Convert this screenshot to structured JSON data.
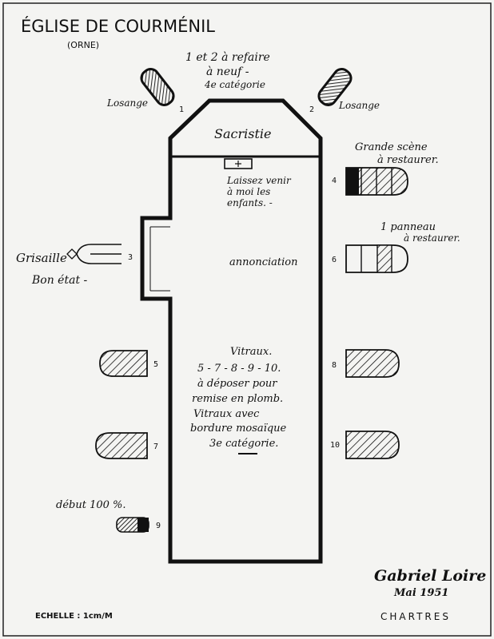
{
  "title": {
    "church": "ÉGLISE DE COURMÉNIL",
    "region": "(ORNE)"
  },
  "top_note": {
    "line1": "1 et 2 à refaire",
    "line2": "à neuf -",
    "line3": "4e catégorie"
  },
  "losange_left": "Losange",
  "losange_right": "Losange",
  "window_numbers": {
    "w1": "1",
    "w2": "2",
    "w3": "3",
    "w4": "4",
    "w5": "5",
    "w6": "6",
    "w7": "7",
    "w8": "8",
    "w9": "9",
    "w10": "10"
  },
  "sacristie": "Sacristie",
  "altar_note": {
    "line1": "Laissez venir",
    "line2": "à moi les",
    "line3": "enfants. -"
  },
  "annunciation": "annonciation",
  "grisaille": {
    "line1": "Grisaille",
    "line2": "Bon état -"
  },
  "grande_scene": {
    "line1": "Grande scène",
    "line2": "à restaurer."
  },
  "panneau": {
    "line1": "1 panneau",
    "line2": "à restaurer."
  },
  "vitraux_note": {
    "line1": "Vitraux.",
    "line2": "5 - 7 - 8 - 9 - 10.",
    "line3": "à déposer pour",
    "line4": "remise en plomb.",
    "line5": "Vitraux avec",
    "line6": "bordure mosaïque",
    "line7": "3e catégorie."
  },
  "debut_note": "début 100 %.",
  "scale": "ECHELLE : 1cm/M",
  "signature": {
    "name": "Gabriel Loire",
    "date": "Mai 1951"
  },
  "city": "CHARTRES"
}
